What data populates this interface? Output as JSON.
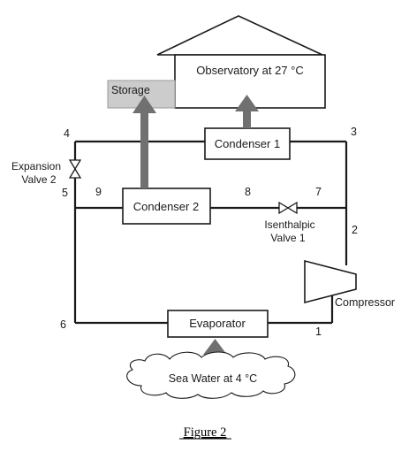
{
  "house": {
    "label": "Observatory at 27 °C"
  },
  "storage": {
    "label": "Storage",
    "fill_color": "#cccccc"
  },
  "components": {
    "condenser1": "Condenser 1",
    "condenser2": "Condenser 2",
    "evaporator": "Evaporator",
    "compressor": "Compressor",
    "expansion_valve_line1": "Expansion",
    "expansion_valve_line2": "Valve 2",
    "isenthalpic_valve_line1": "Isenthalpic",
    "isenthalpic_valve_line2": "Valve 1"
  },
  "state_points": [
    "1",
    "2",
    "3",
    "4",
    "5",
    "6",
    "7",
    "8",
    "9"
  ],
  "cloud": {
    "label": "Sea Water at 4 °C"
  },
  "caption": "Figure 2",
  "colors": {
    "line": "#1a1a1a",
    "arrow": "#707070"
  }
}
